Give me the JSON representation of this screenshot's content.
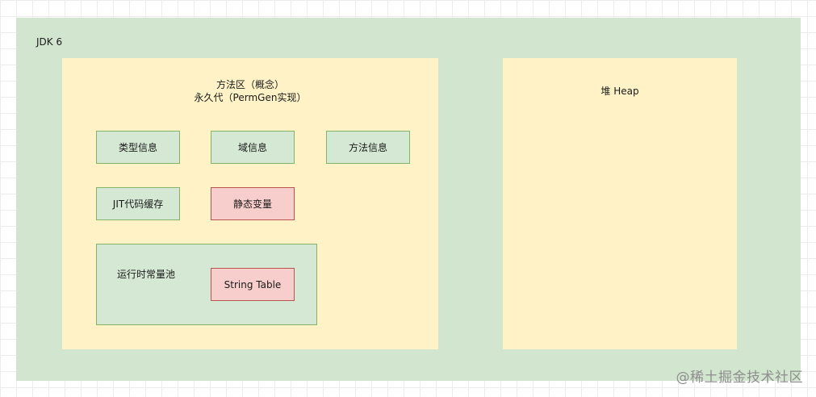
{
  "outer": {
    "label": "JDK 6"
  },
  "method_area": {
    "title_line1": "方法区（概念）",
    "title_line2": "永久代（PermGen实现）",
    "boxes": {
      "type_info": "类型信息",
      "field_info": "域信息",
      "method_info": "方法信息",
      "jit_cache": "JIT代码缓存",
      "static_vars": "静态变量"
    },
    "runtime_pool": {
      "label": "运行时常量池",
      "string_table": "String Table"
    }
  },
  "heap": {
    "label": "堆 Heap"
  },
  "watermark": "@稀土掘金技术社区",
  "colors": {
    "outer_fill": "#d2e6cf",
    "area_fill": "#fef2c6",
    "green_box_fill": "#d5e8d4",
    "green_box_stroke": "#82b366",
    "red_box_fill": "#f8cecc",
    "red_box_stroke": "#b85450"
  }
}
